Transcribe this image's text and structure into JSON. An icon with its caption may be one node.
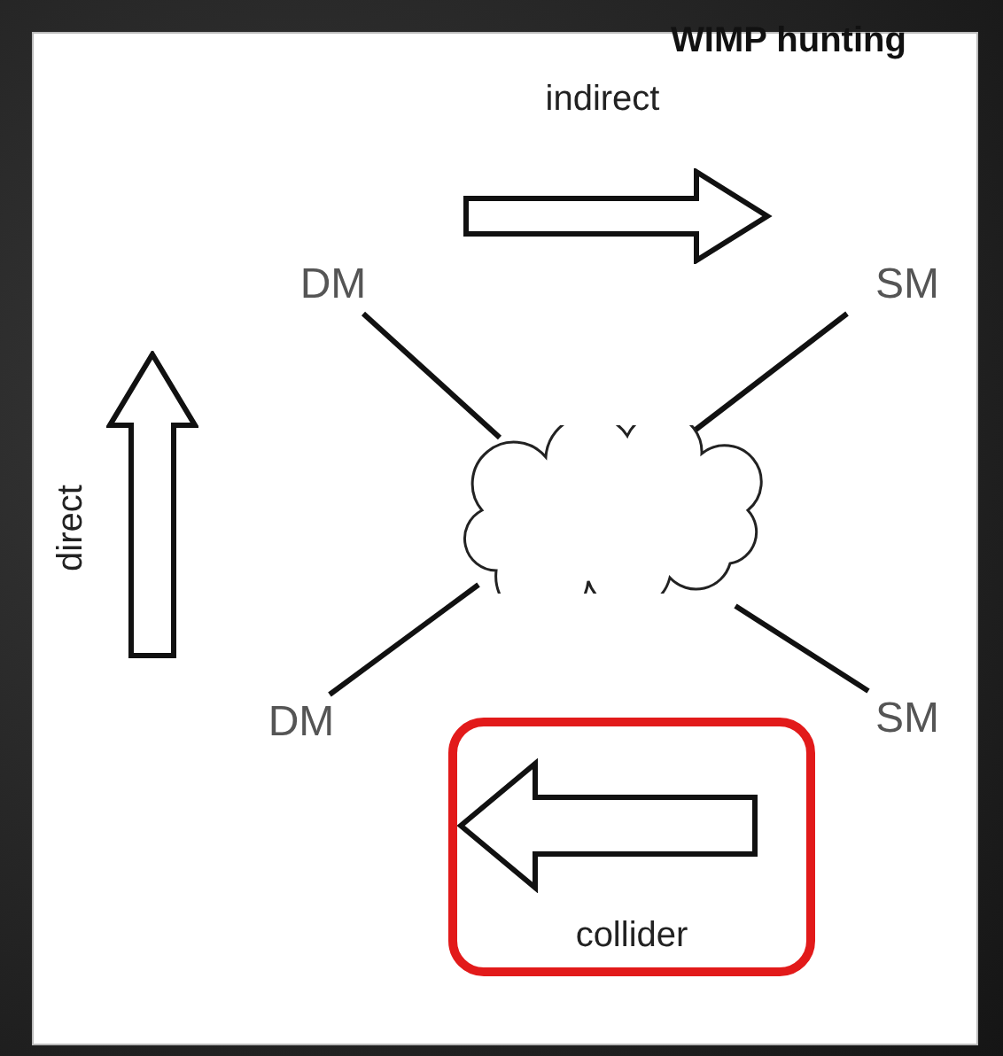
{
  "diagram": {
    "title": "WIMP hunting",
    "nodes": [
      {
        "text": [
          "DM"
        ]
      },
      {
        "text": [
          "SM"
        ]
      },
      {
        "text": [],
        "shape": "cloud"
      },
      {
        "text": [
          "DM"
        ]
      },
      {
        "text": [
          "SM"
        ]
      },
      {
        "text": [
          "collider"
        ]
      }
    ],
    "edges": [
      {
        "from": 0,
        "to": 2,
        "arrow": "none"
      },
      {
        "from": 1,
        "to": 2,
        "arrow": "none"
      },
      {
        "from": 3,
        "to": 2,
        "arrow": "none"
      },
      {
        "from": 4,
        "to": 2,
        "arrow": "none"
      }
    ],
    "labels": [
      "indirect",
      "direct"
    ]
  }
}
